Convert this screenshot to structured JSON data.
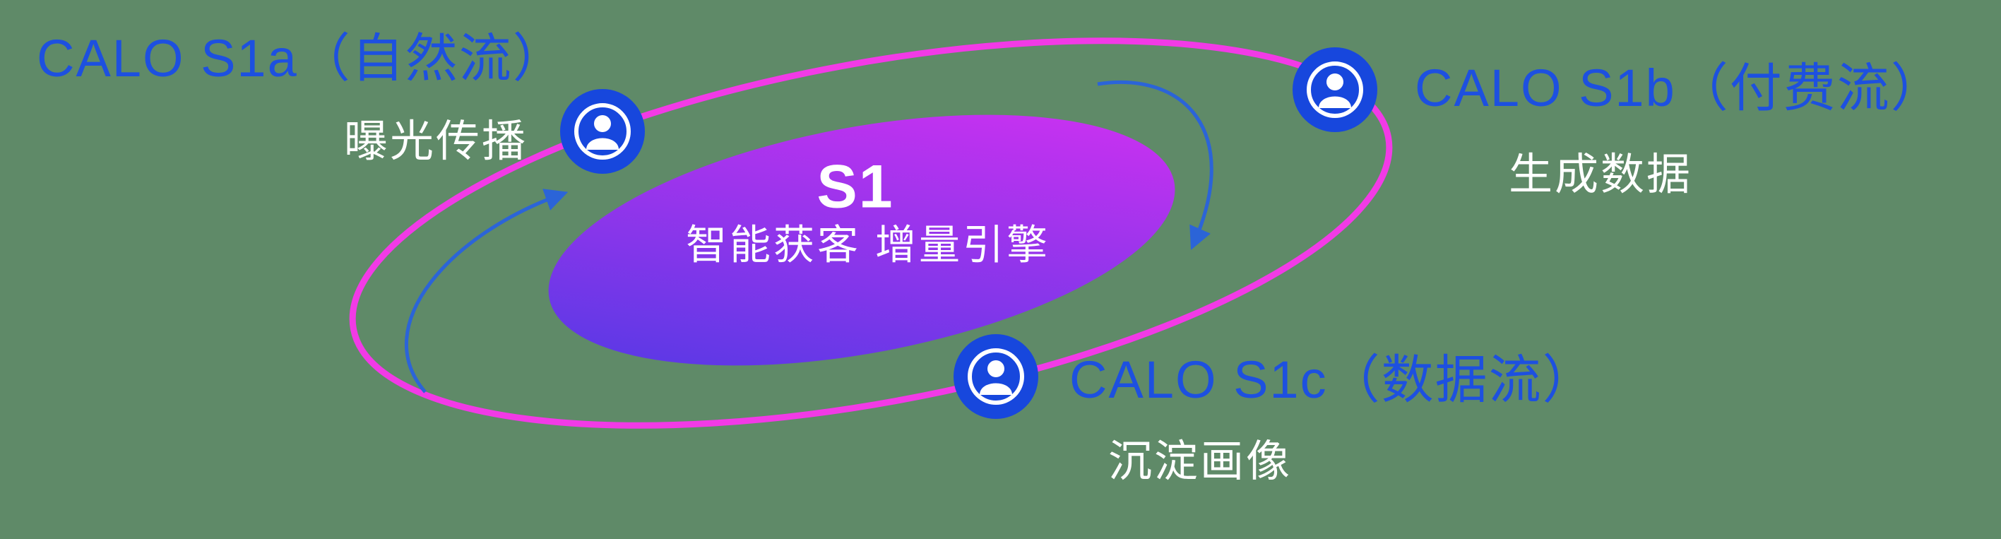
{
  "center": {
    "title": "S1",
    "subtitle": "智能获客  增量引擎"
  },
  "nodes": [
    {
      "id": "s1a",
      "label": "CALO S1a（自然流）",
      "sublabel": "曝光传播"
    },
    {
      "id": "s1b",
      "label": "CALO S1b（付费流）",
      "sublabel": "生成数据"
    },
    {
      "id": "s1c",
      "label": "CALO S1c（数据流）",
      "sublabel": "沉淀画像"
    }
  ],
  "icons": [
    {
      "name": "user-avatar-icon"
    },
    {
      "name": "user-avatar-icon"
    },
    {
      "name": "user-avatar-icon"
    }
  ],
  "colors": {
    "background": "#5f8a68",
    "label_blue": "#1d50e0",
    "orbit_pink": "#f23ae6",
    "icon_blue": "#1747dd",
    "arrow_blue": "#2b64d8",
    "gradient_start": "#4a3ae4",
    "gradient_end": "#da30f2",
    "text_white": "#ffffff"
  }
}
